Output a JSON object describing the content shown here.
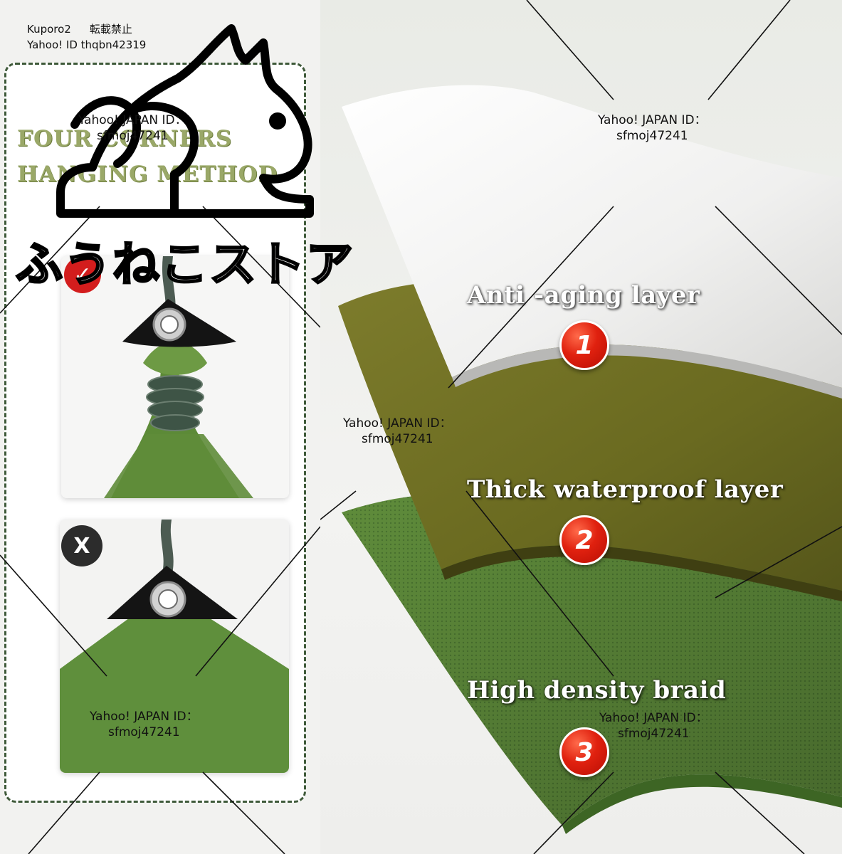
{
  "watermark_header": {
    "line1_a": "Kuporo2",
    "line1_b": "転載禁止",
    "line2": "Yahoo! ID thqbn42319"
  },
  "left_panel": {
    "title_line1": "FOUR CORNERS",
    "title_line2": "HANGING METHOD",
    "correct_badge": "✓",
    "wrong_badge": "X"
  },
  "store": {
    "name": "ふうねこストア",
    "logo_icon": "cat-icon"
  },
  "layers": [
    {
      "label": "Anti -aging layer",
      "number": "1"
    },
    {
      "label": "Thick waterproof layer",
      "number": "2"
    },
    {
      "label": "High density braid",
      "number": "3"
    }
  ],
  "watermark_id": {
    "line1": "Yahoo! JAPAN ID：",
    "line2": "sfmoj47241"
  },
  "colors": {
    "panel_border": "#3f5a3a",
    "fabric_green": "#6b8f3c",
    "olive": "#6b6a22",
    "braid_green": "#5d8a3a",
    "badge_red": "#d31d1d"
  }
}
